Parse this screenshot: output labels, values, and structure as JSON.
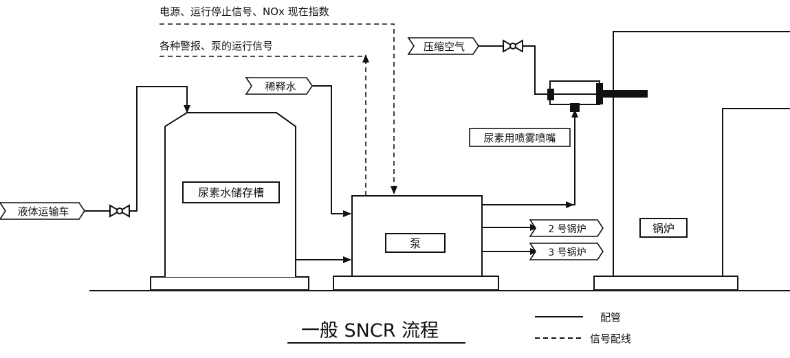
{
  "signal_lines": {
    "line1": "电源、运行停止信号、NOx 现在指数",
    "line2": "各种警报、泵的运行信号"
  },
  "sources": {
    "truck": "液体运输车",
    "dilution_water": "稀释水",
    "compressed_air": "压缩空气"
  },
  "equipment": {
    "tank": "尿素水储存槽",
    "pump": "泵",
    "nozzle": "尿素用喷雾喷嘴",
    "boiler": "锅炉"
  },
  "outputs": {
    "boiler2": "2 号锅炉",
    "boiler3": "3 号锅炉"
  },
  "title": "一般 SNCR 流程",
  "legend": {
    "solid": "配管",
    "dashed": "信号配线"
  }
}
